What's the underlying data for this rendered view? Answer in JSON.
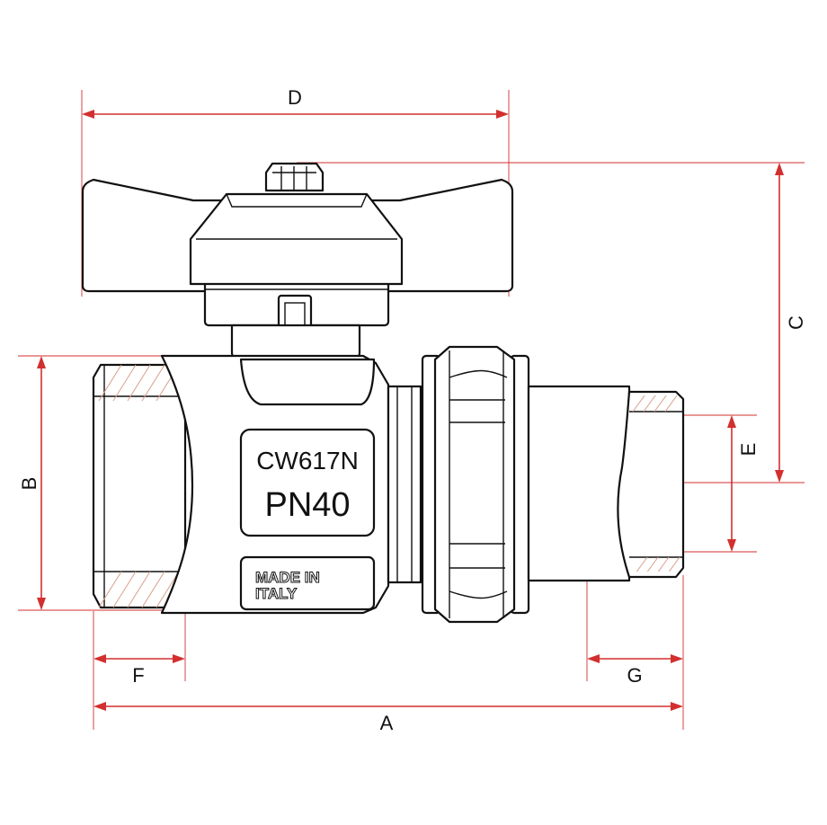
{
  "dimensions": {
    "A": "A",
    "B": "B",
    "C": "C",
    "D": "D",
    "E": "E",
    "F": "F",
    "G": "G"
  },
  "body_marking": {
    "material": "CW617N",
    "pressure": "PN40",
    "origin_line1": "MADE IN",
    "origin_line2": "ITALY"
  },
  "colors": {
    "dimension_lines": "#d32f2f",
    "outline": "#111111",
    "background": "#ffffff"
  }
}
